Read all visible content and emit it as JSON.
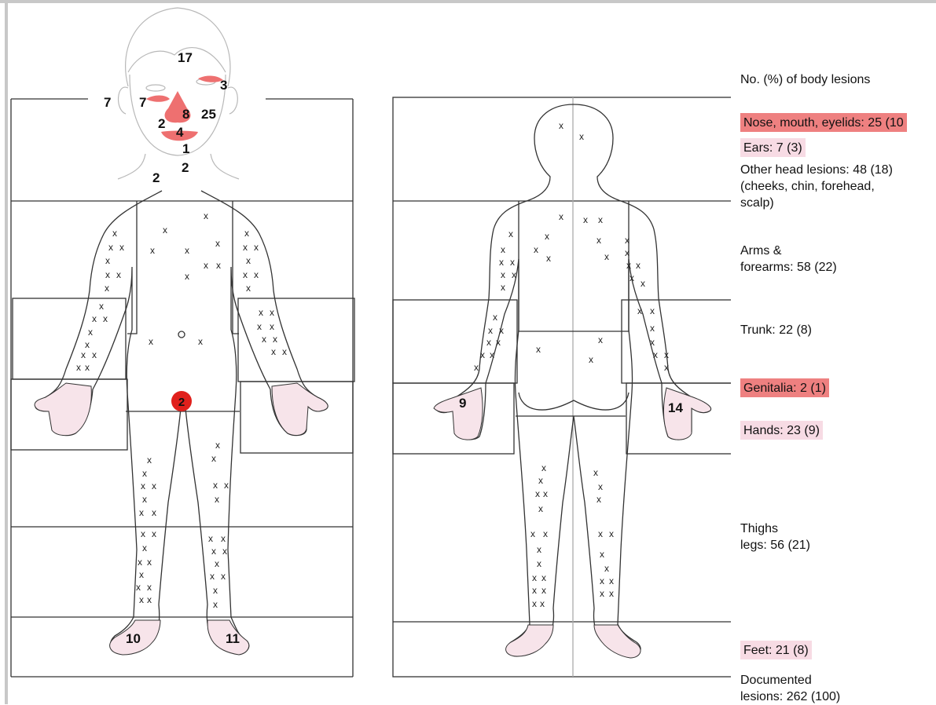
{
  "colors": {
    "outline": "#333333",
    "skin_light": "#f7e4ea",
    "lesion_red": "#ee7070",
    "marker_red": "#e0201c",
    "highlight_strong": "#ee8080",
    "highlight_light": "#f7dbe4"
  },
  "front": {
    "head_counts": [
      {
        "id": "forehead",
        "value": "17"
      },
      {
        "id": "right-eye",
        "value": "3"
      },
      {
        "id": "left-ear",
        "value": "7"
      },
      {
        "id": "left-eye",
        "value": "7"
      },
      {
        "id": "nose",
        "value": "8"
      },
      {
        "id": "right-cheek",
        "value": "25"
      },
      {
        "id": "nostril",
        "value": "2"
      },
      {
        "id": "mouth",
        "value": "4"
      },
      {
        "id": "lower-lip",
        "value": "1"
      },
      {
        "id": "chin",
        "value": "2"
      },
      {
        "id": "neck",
        "value": "2"
      }
    ],
    "genital_marker": "2",
    "right_foot": "10",
    "left_foot": "11"
  },
  "back": {
    "left_hand": "9",
    "right_hand": "14"
  },
  "lesion_mark": "x",
  "legend": {
    "title": "No. (%) of body lesions",
    "items": [
      {
        "id": "nose-mouth-eyelids",
        "text": "Nose, mouth, eyelids: 25 (10",
        "highlight": "strong"
      },
      {
        "id": "ears",
        "text": "Ears: 7 (3)",
        "highlight": "light"
      },
      {
        "id": "other-head",
        "text": "Other head lesions: 48 (18)\n(cheeks, chin, forehead,\n  scalp)",
        "highlight": "none"
      },
      {
        "id": "arms",
        "text": "Arms &\nforearms: 58 (22)",
        "highlight": "none"
      },
      {
        "id": "trunk",
        "text": "Trunk: 22 (8)",
        "highlight": "none"
      },
      {
        "id": "genitalia",
        "text": "Genitalia: 2 (1)",
        "highlight": "strong"
      },
      {
        "id": "hands",
        "text": "Hands: 23 (9)",
        "highlight": "light"
      },
      {
        "id": "thighs-legs",
        "text": "Thighs\nlegs: 56 (21)",
        "highlight": "none"
      },
      {
        "id": "feet",
        "text": "Feet: 21 (8)",
        "highlight": "light"
      },
      {
        "id": "documented",
        "text": "Documented\nlesions:  262 (100)",
        "highlight": "none"
      }
    ]
  }
}
